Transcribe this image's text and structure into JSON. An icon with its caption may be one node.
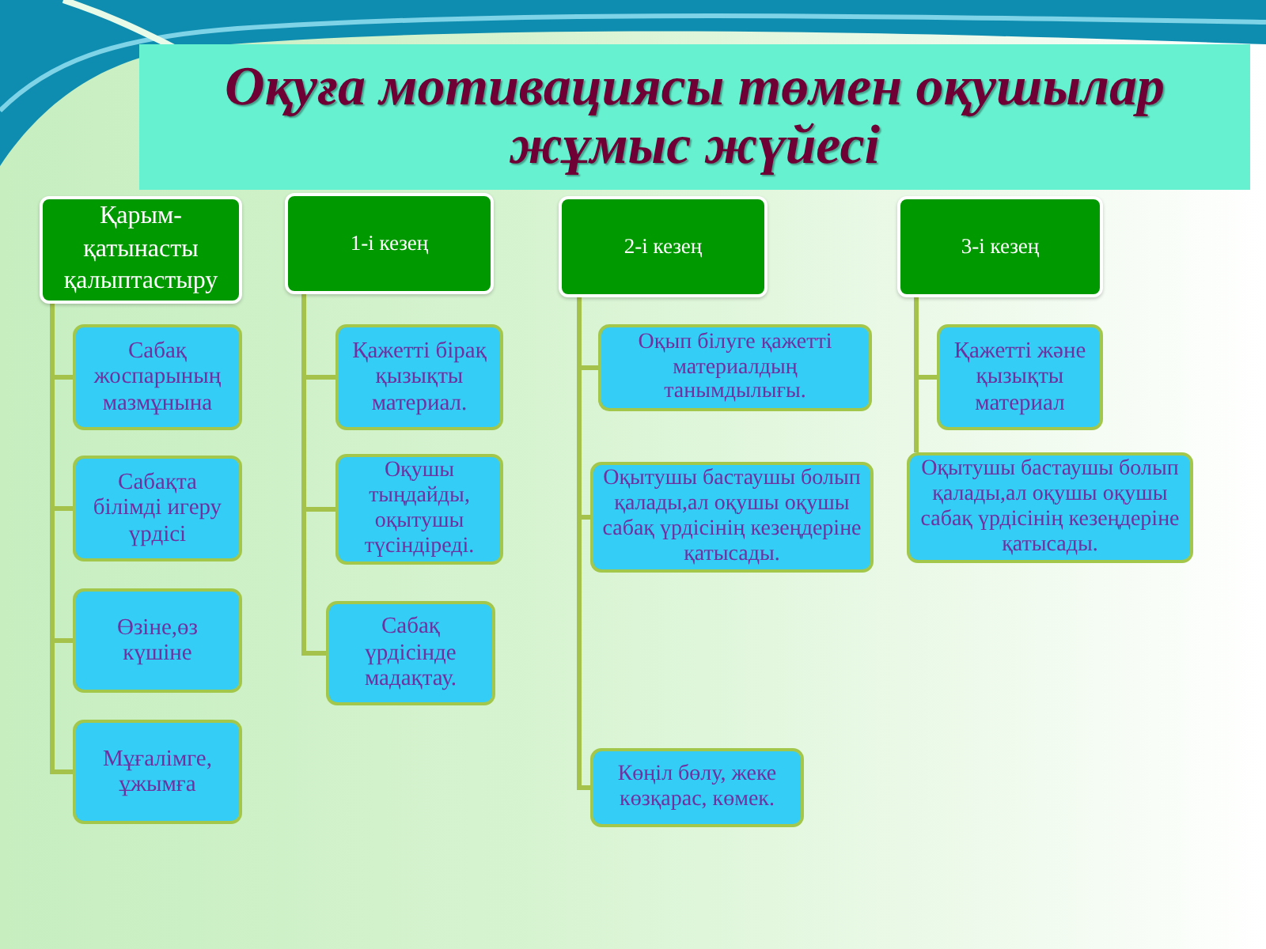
{
  "diagram": {
    "title": "Оқуға мотивациясы төмен оқушылар жұмыс жүйесі",
    "nodes": [
      {
        "text": [
          "Қарым-қатынасты қалыптастыру"
        ]
      },
      {
        "text": [
          "Сабақ жоспарының мазмұнына"
        ]
      },
      {
        "text": [
          "Сабақта білімді игеру үрдісі"
        ]
      },
      {
        "text": [
          "Өзіне,өз күшіне"
        ]
      },
      {
        "text": [
          "Мұғалімге, ұжымға"
        ]
      },
      {
        "text": [
          "1-і кезең"
        ]
      },
      {
        "text": [
          "Қажетті бірақ қызықты материал."
        ]
      },
      {
        "text": [
          "Оқушы тыңдайды, оқытушы түсіндіреді."
        ]
      },
      {
        "text": [
          "Сабақ үрдісінде мадақтау."
        ]
      },
      {
        "text": [
          "2-і кезең"
        ]
      },
      {
        "text": [
          "Оқып білуге қажетті материалдың танымдылығы."
        ]
      },
      {
        "text": [
          "Оқытушы бастаушы болып қалады,ал оқушы оқушы сабақ үрдісінің кезеңдеріне қатысады."
        ]
      },
      {
        "text": [
          "Көңіл бөлу, жеке көзқарас, көмек."
        ]
      },
      {
        "text": [
          "3-і кезең"
        ]
      },
      {
        "text": [
          "Қажетті және қызықты материал"
        ]
      },
      {
        "text": [
          "Оқытушы бастаушы болып қалады,ал оқушы оқушы сабақ үрдісінің кезеңдеріне қатысады."
        ]
      }
    ],
    "edges": [
      {
        "from": 0,
        "to": 1,
        "arrow": "none"
      },
      {
        "from": 0,
        "to": 2,
        "arrow": "none"
      },
      {
        "from": 0,
        "to": 3,
        "arrow": "none"
      },
      {
        "from": 0,
        "to": 4,
        "arrow": "none"
      },
      {
        "from": 5,
        "to": 6,
        "arrow": "none"
      },
      {
        "from": 5,
        "to": 7,
        "arrow": "none"
      },
      {
        "from": 5,
        "to": 8,
        "arrow": "none"
      },
      {
        "from": 9,
        "to": 10,
        "arrow": "none"
      },
      {
        "from": 9,
        "to": 11,
        "arrow": "none"
      },
      {
        "from": 9,
        "to": 12,
        "arrow": "none"
      },
      {
        "from": 13,
        "to": 14,
        "arrow": "none"
      },
      {
        "from": 13,
        "to": 15,
        "arrow": "none"
      }
    ]
  }
}
